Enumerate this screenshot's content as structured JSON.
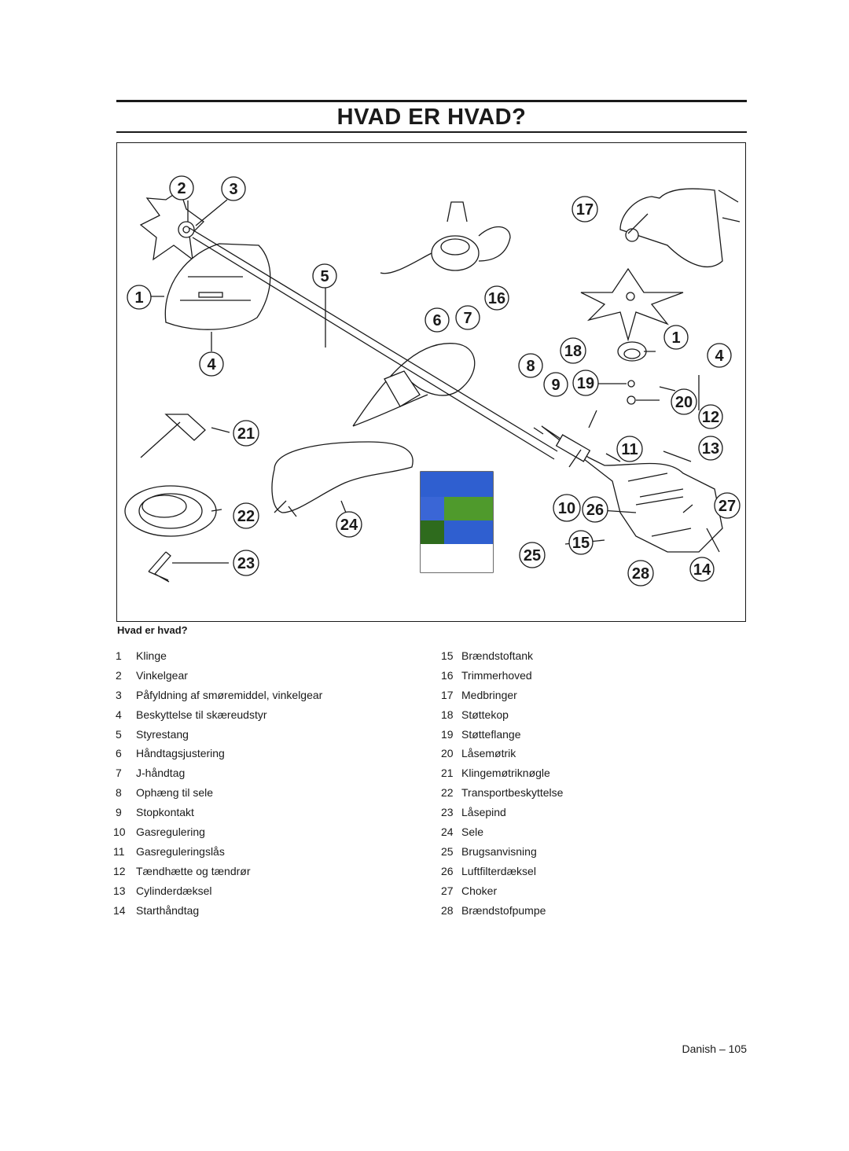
{
  "page": {
    "title": "HVAD ER HVAD?",
    "caption": "Hvad er hvad?",
    "footer": "Danish – 105"
  },
  "figure": {
    "callouts": [
      "1",
      "2",
      "3",
      "4",
      "5",
      "6",
      "7",
      "8",
      "9",
      "10",
      "11",
      "12",
      "13",
      "14",
      "15",
      "16",
      "17",
      "18",
      "19",
      "20",
      "21",
      "22",
      "23",
      "24",
      "25",
      "26",
      "27",
      "28",
      "1",
      "4"
    ]
  },
  "parts_left": [
    {
      "num": "1",
      "label": "Klinge"
    },
    {
      "num": "2",
      "label": "Vinkelgear"
    },
    {
      "num": "3",
      "label": "Påfyldning af smøremiddel, vinkelgear"
    },
    {
      "num": "4",
      "label": "Beskyttelse til skæreudstyr"
    },
    {
      "num": "5",
      "label": "Styrestang"
    },
    {
      "num": "6",
      "label": "Håndtagsjustering"
    },
    {
      "num": "7",
      "label": "J-håndtag"
    },
    {
      "num": "8",
      "label": "Ophæng til sele"
    },
    {
      "num": "9",
      "label": "Stopkontakt"
    },
    {
      "num": "10",
      "label": "Gasregulering"
    },
    {
      "num": "11",
      "label": "Gasreguleringslås"
    },
    {
      "num": "12",
      "label": "Tændhætte og tændrør"
    },
    {
      "num": "13",
      "label": "Cylinderdæksel"
    },
    {
      "num": "14",
      "label": "Starthåndtag"
    }
  ],
  "parts_right": [
    {
      "num": "15",
      "label": "Brændstoftank"
    },
    {
      "num": "16",
      "label": "Trimmerhoved"
    },
    {
      "num": "17",
      "label": "Medbringer"
    },
    {
      "num": "18",
      "label": "Støttekop"
    },
    {
      "num": "19",
      "label": "Støtteflange"
    },
    {
      "num": "20",
      "label": "Låsemøtrik"
    },
    {
      "num": "21",
      "label": "Klingemøtriknøgle"
    },
    {
      "num": "22",
      "label": "Transportbeskyttelse"
    },
    {
      "num": "23",
      "label": "Låsepind"
    },
    {
      "num": "24",
      "label": "Sele"
    },
    {
      "num": "25",
      "label": "Brugsanvisning"
    },
    {
      "num": "26",
      "label": "Luftfilterdæksel"
    },
    {
      "num": "27",
      "label": "Choker"
    },
    {
      "num": "28",
      "label": "Brændstofpumpe"
    }
  ]
}
